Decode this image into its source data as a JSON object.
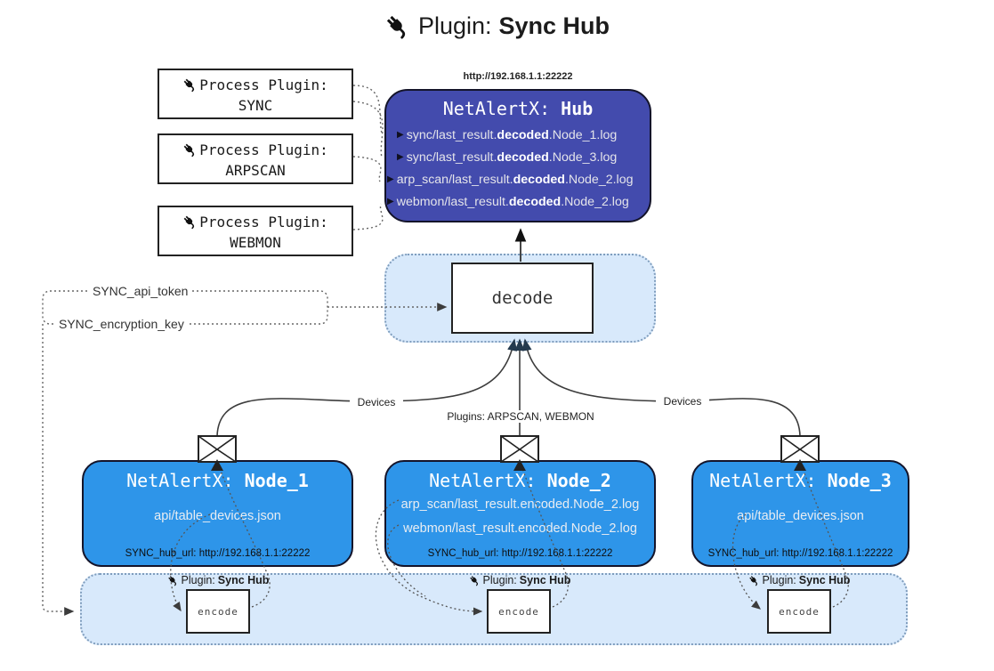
{
  "title": {
    "prefix": "Plugin: ",
    "name": "Sync Hub"
  },
  "icons": {
    "plug": "plug-icon",
    "row_arrow": "▶",
    "envelope": "envelope-icon"
  },
  "colors": {
    "hub_bg": "#434bad",
    "node_bg": "#2e95e9",
    "panel_bg": "#d8e9fb",
    "panel_border": "#7f9dbd",
    "box_border": "#222222",
    "light_text": "#ececec"
  },
  "process_plugins": [
    {
      "label": "Process Plugin:",
      "name": "SYNC"
    },
    {
      "label": "Process Plugin:",
      "name": "ARPSCAN"
    },
    {
      "label": "Process Plugin:",
      "name": "WEBMON"
    }
  ],
  "hub": {
    "url": "http://192.168.1.1:22222",
    "name_prefix": "NetAlertX: ",
    "name": "Hub",
    "files": [
      {
        "pre": "sync/last_result.",
        "bold": "decoded",
        "post": ".Node_1.log"
      },
      {
        "pre": "sync/last_result.",
        "bold": "decoded",
        "post": ".Node_3.log"
      },
      {
        "pre": "arp_scan/last_result.",
        "bold": "decoded",
        "post": ".Node_2.log"
      },
      {
        "pre": "webmon/last_result.",
        "bold": "decoded",
        "post": ".Node_2.log"
      }
    ]
  },
  "decode": {
    "label": "decode"
  },
  "settings": {
    "api_token": "SYNC_api_token",
    "encryption_key": "SYNC_encryption_key"
  },
  "edge_labels": {
    "left": "Devices",
    "middle": "Plugins: ARPSCAN, WEBMON",
    "right": "Devices"
  },
  "nodes": [
    {
      "name_prefix": "NetAlertX: ",
      "name": "Node_1",
      "files": [
        "api/table_devices.json"
      ],
      "footer": "SYNC_hub_url: http://192.168.1.1:22222"
    },
    {
      "name_prefix": "NetAlertX: ",
      "name": "Node_2",
      "files": [
        "arp_scan/last_result.encoded.Node_2.log",
        "webmon/last_result.encoded.Node_2.log"
      ],
      "footer": "SYNC_hub_url: http://192.168.1.1:22222"
    },
    {
      "name_prefix": "NetAlertX: ",
      "name": "Node_3",
      "files": [
        "api/table_devices.json"
      ],
      "footer": "SYNC_hub_url: http://192.168.1.1:22222"
    }
  ],
  "encoders": [
    {
      "plugin_prefix": "Plugin: ",
      "plugin_name": "Sync Hub",
      "label": "encode"
    },
    {
      "plugin_prefix": "Plugin: ",
      "plugin_name": "Sync Hub",
      "label": "encode"
    },
    {
      "plugin_prefix": "Plugin: ",
      "plugin_name": "Sync Hub",
      "label": "encode"
    }
  ]
}
